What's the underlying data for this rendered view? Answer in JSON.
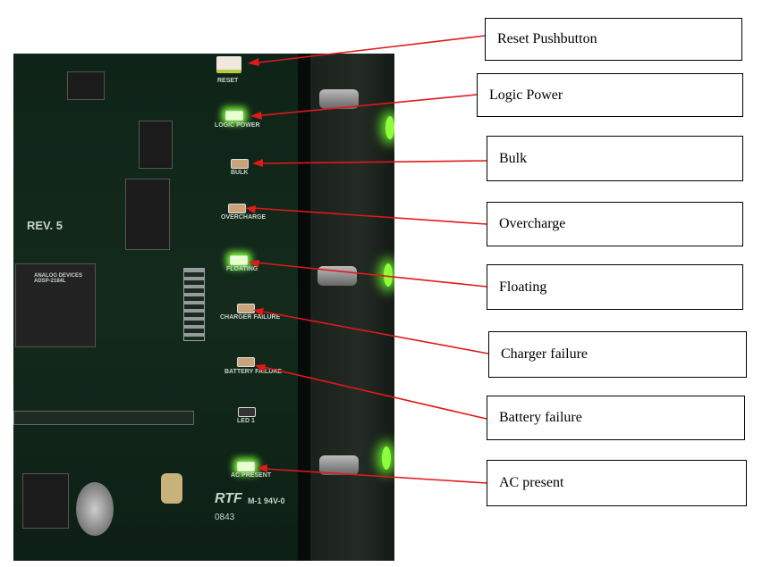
{
  "callouts": [
    {
      "label": "Reset Pushbutton"
    },
    {
      "label": "Logic Power"
    },
    {
      "label": "Bulk"
    },
    {
      "label": "Overcharge"
    },
    {
      "label": "Floating"
    },
    {
      "label": "Charger failure"
    },
    {
      "label": "Battery failure"
    },
    {
      "label": "AC present"
    }
  ],
  "board": {
    "reset": "RESET",
    "logic_power": "LOGIC POWER",
    "bulk": "BULK",
    "overcharge": "OVERCHARGE",
    "floating": "FLOATING",
    "charger_failure": "CHARGER FAILURE",
    "battery_failure": "BATTERY FAILURE",
    "led1": "LED 1",
    "ac_present": "AC PRESENT",
    "rev": "REV. 5",
    "chip_text": "ANALOG DEVICES ADSP-2184L",
    "rtf": "RTF",
    "rating": "M-1 94V-0",
    "date_code": "0843"
  },
  "colors": {
    "arrow": "#e0191b",
    "led_on": "#7dff3a"
  }
}
